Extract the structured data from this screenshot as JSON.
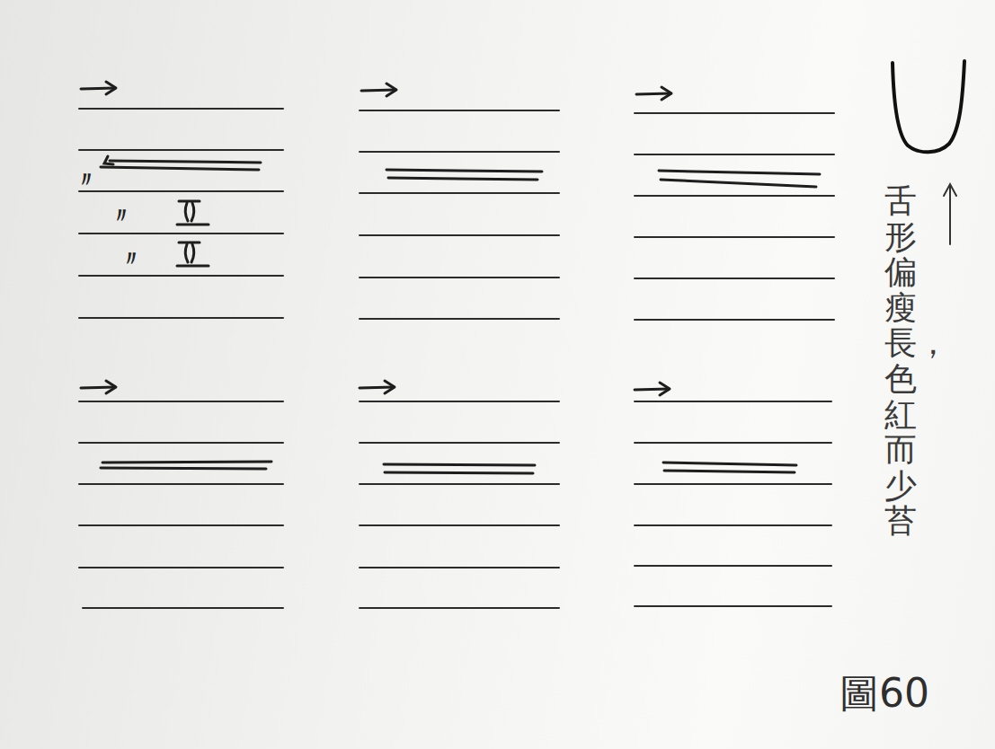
{
  "diagram": {
    "caption": "圖60",
    "labels": [
      "〃",
      "〃",
      "〃",
      "舌形偏瘦長，色紅而少苔"
    ]
  }
}
